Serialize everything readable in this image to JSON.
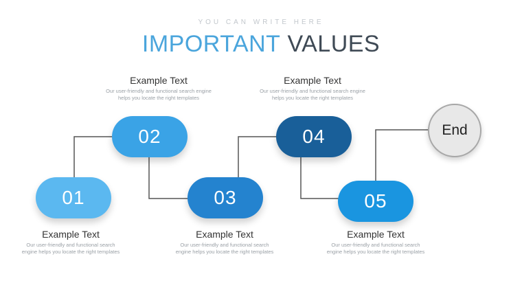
{
  "header": {
    "kicker": "YOU CAN WRITE HERE",
    "title_part1": "IMPORTANT",
    "title_part2": "VALUES"
  },
  "steps": [
    {
      "label": "01",
      "color": "#5bb8f0"
    },
    {
      "label": "02",
      "color": "#3aa3e6"
    },
    {
      "label": "03",
      "color": "#2483cf"
    },
    {
      "label": "04",
      "color": "#195f99"
    },
    {
      "label": "05",
      "color": "#1a95e0"
    }
  ],
  "end_label": "End",
  "captions": [
    {
      "heading": "Example Text",
      "body": "Our user-friendly and functional search engine helps you locate the right templates"
    },
    {
      "heading": "Example Text",
      "body": "Our user-friendly and functional search engine helps you locate the right templates"
    },
    {
      "heading": "Example Text",
      "body": "Our user-friendly and functional search engine helps you locate the right templates"
    },
    {
      "heading": "Example Text",
      "body": "Our user-friendly and functional search engine helps you locate the right templates"
    },
    {
      "heading": "Example Text",
      "body": "Our user-friendly and functional search engine helps you locate the right templates"
    }
  ]
}
